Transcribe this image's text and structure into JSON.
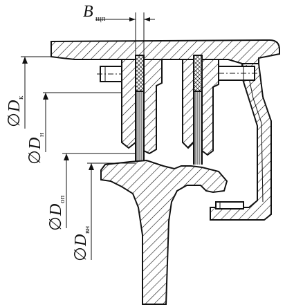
{
  "diagram": {
    "labels": {
      "b": {
        "symbol": "B",
        "subscript": "щп"
      },
      "dk": {
        "prefix": "∅",
        "symbol": "D",
        "subscript": "к"
      },
      "dn": {
        "prefix": "∅",
        "symbol": "D",
        "subscript": "н"
      },
      "dop": {
        "prefix": "∅",
        "symbol": "D",
        "subscript": "оп"
      },
      "dvn": {
        "prefix": "∅",
        "symbol": "D",
        "subscript": "вн"
      }
    }
  }
}
